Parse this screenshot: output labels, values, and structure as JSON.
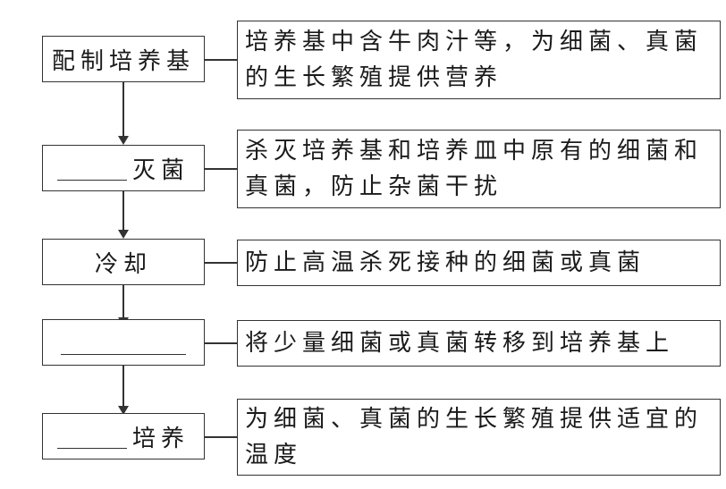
{
  "diagram": {
    "steps": [
      {
        "label": "配制培养基",
        "blank": false,
        "description": "培养基中含牛肉汁等，为细菌、真菌的生长繁殖提供营养"
      },
      {
        "label": "灭菌",
        "blank": true,
        "blank_placeholder": "",
        "description": "杀灭培养基和培养皿中原有的细菌和真菌，防止杂菌干扰"
      },
      {
        "label": "冷却",
        "blank": false,
        "description": "防止高温杀死接种的细菌或真菌"
      },
      {
        "label": "",
        "blank": true,
        "blank_placeholder": "",
        "description": "将少量细菌或真菌转移到培养基上"
      },
      {
        "label": "培养",
        "blank": true,
        "blank_placeholder": "",
        "description": "为细菌、真菌的生长繁殖提供适宜的温度"
      }
    ]
  }
}
